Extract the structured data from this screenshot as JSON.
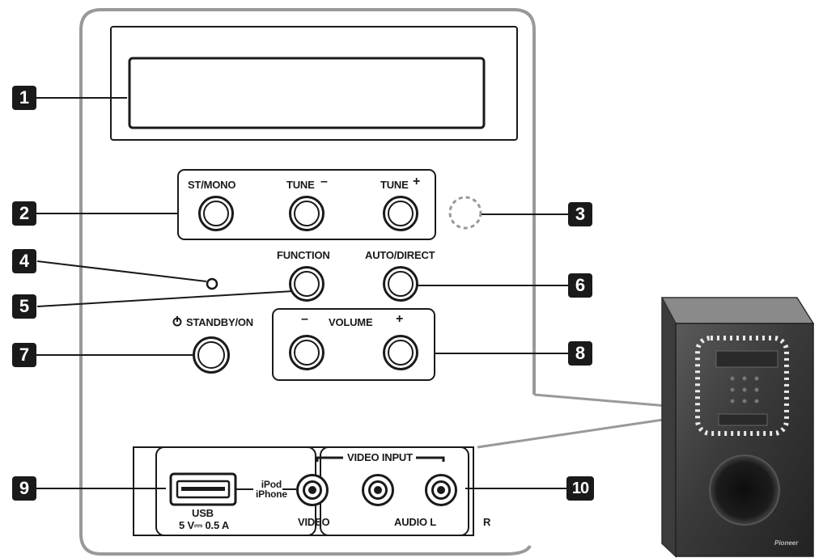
{
  "callouts": {
    "c1": "1",
    "c2": "2",
    "c3": "3",
    "c4": "4",
    "c5": "5",
    "c6": "6",
    "c7": "7",
    "c8": "8",
    "c9": "9",
    "c10": "10"
  },
  "buttons": {
    "st_mono": "ST/MONO",
    "tune_minus": "TUNE",
    "tune_plus": "TUNE",
    "function": "FUNCTION",
    "auto_direct": "AUTO/DIRECT",
    "standby_on": "STANDBY/ON",
    "volume": "VOLUME",
    "vol_minus": "–",
    "vol_plus": "+",
    "minus_sign": "–",
    "plus_sign": "+"
  },
  "ports": {
    "usb": "USB",
    "usb_rating": "5 V⎓ 0.5 A",
    "ipod_line1": "iPod",
    "ipod_line2": "iPhone",
    "video_input": "VIDEO INPUT",
    "video": "VIDEO",
    "audio_l": "AUDIO L",
    "r": "R"
  },
  "speaker": {
    "brand": "Pioneer"
  },
  "icons": {
    "standby": "power-icon"
  }
}
